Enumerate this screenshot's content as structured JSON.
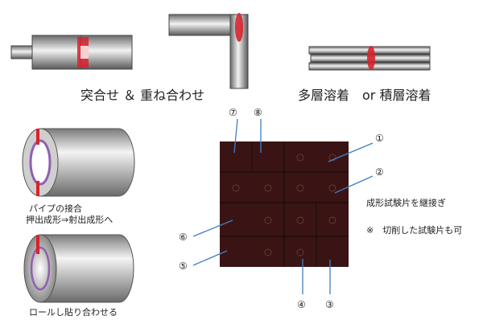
{
  "captions": {
    "butt_lap": "突合せ ＆ 重ね合わせ",
    "multilayer": "多層溶着　or 積層溶着",
    "pipe_line1": "パイプの接合",
    "pipe_line2": "押出成形⇒射出成形へ",
    "roll": "ロールし貼り合わせる",
    "joined": "成形試験片を継接ぎ",
    "cut_note": "※　切削した試験片も可"
  },
  "markers": {
    "m1": "①",
    "m2": "②",
    "m3": "③",
    "m4": "④",
    "m5": "⑤",
    "m6": "⑥",
    "m7": "⑦",
    "m8": "⑧"
  },
  "colors": {
    "weld": "#d8222e",
    "plate": "#3a1414",
    "leader": "#3e7fc4"
  }
}
